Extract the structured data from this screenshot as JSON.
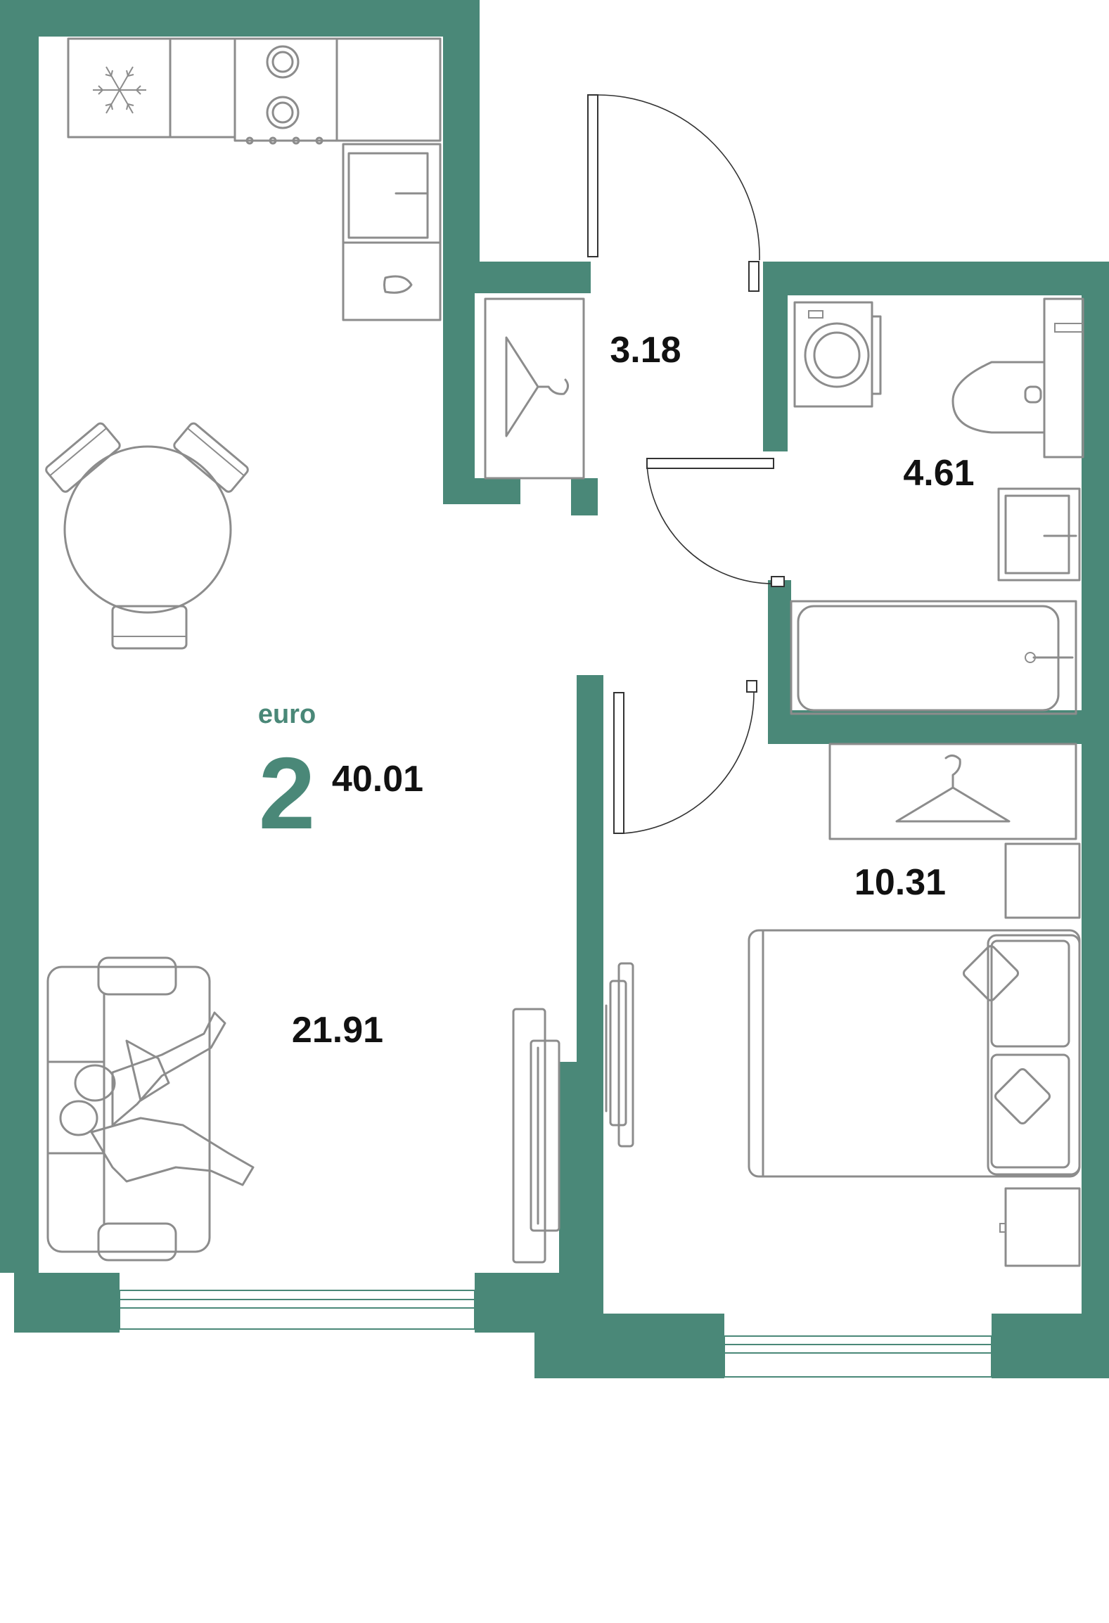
{
  "apartment": {
    "type_label": "euro",
    "rooms": "2",
    "total_area": "40.01",
    "accent_color": "#4a8878"
  },
  "rooms": {
    "living_kitchen": {
      "area": "21.91"
    },
    "hallway": {
      "area": "3.18"
    },
    "bathroom": {
      "area": "4.61"
    },
    "bedroom": {
      "area": "10.31"
    }
  },
  "icons": [
    "snowflake-icon",
    "stove-icon",
    "sink-icon",
    "coat-hanger-icon",
    "washing-machine-icon",
    "toilet-icon",
    "bathtub-icon",
    "bed-icon",
    "sofa-icon",
    "dining-table-icon",
    "tv-icon",
    "people-figures-icon"
  ]
}
